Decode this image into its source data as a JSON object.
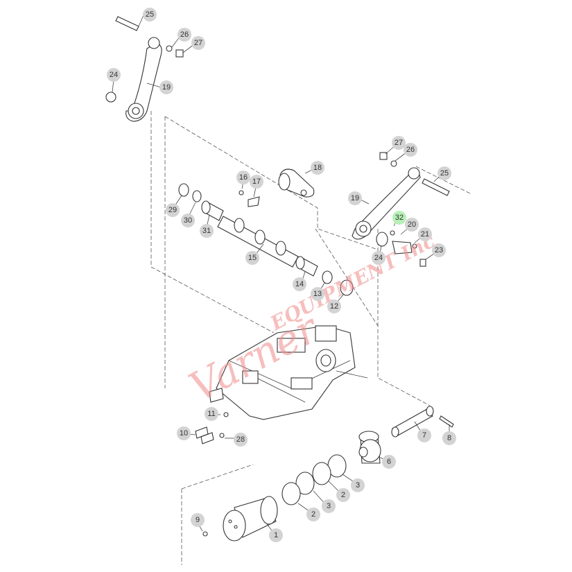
{
  "callouts": [
    {
      "id": "c25a",
      "label": "25"
    },
    {
      "id": "c26a",
      "label": "26"
    },
    {
      "id": "c27a",
      "label": "27"
    },
    {
      "id": "c24a",
      "label": "24"
    },
    {
      "id": "c19a",
      "label": "19"
    },
    {
      "id": "c18",
      "label": "18"
    },
    {
      "id": "c16",
      "label": "16"
    },
    {
      "id": "c17",
      "label": "17"
    },
    {
      "id": "c29",
      "label": "29"
    },
    {
      "id": "c30",
      "label": "30"
    },
    {
      "id": "c31",
      "label": "31"
    },
    {
      "id": "c15",
      "label": "15"
    },
    {
      "id": "c14",
      "label": "14"
    },
    {
      "id": "c13",
      "label": "13"
    },
    {
      "id": "c12",
      "label": "12"
    },
    {
      "id": "c27b",
      "label": "27"
    },
    {
      "id": "c26b",
      "label": "26"
    },
    {
      "id": "c25b",
      "label": "25"
    },
    {
      "id": "c19b",
      "label": "19"
    },
    {
      "id": "c32",
      "label": "32",
      "highlight": true
    },
    {
      "id": "c20",
      "label": "20"
    },
    {
      "id": "c21",
      "label": "21"
    },
    {
      "id": "c24b",
      "label": "24"
    },
    {
      "id": "c23",
      "label": "23"
    },
    {
      "id": "c11",
      "label": "11"
    },
    {
      "id": "c10",
      "label": "10"
    },
    {
      "id": "c28",
      "label": "28"
    },
    {
      "id": "c7",
      "label": "7"
    },
    {
      "id": "c8",
      "label": "8"
    },
    {
      "id": "c6",
      "label": "6"
    },
    {
      "id": "c3a",
      "label": "3"
    },
    {
      "id": "c2a",
      "label": "2"
    },
    {
      "id": "c3b",
      "label": "3"
    },
    {
      "id": "c2b",
      "label": "2"
    },
    {
      "id": "c9",
      "label": "9"
    },
    {
      "id": "c1",
      "label": "1"
    }
  ],
  "watermark": {
    "line1": "Varner",
    "line2": "EQUIPMENT Inc"
  },
  "colors": {
    "callout": "#d3d3d3",
    "highlight": "#b7f0b7",
    "watermark": "#f08a8a",
    "ink": "#333333"
  }
}
